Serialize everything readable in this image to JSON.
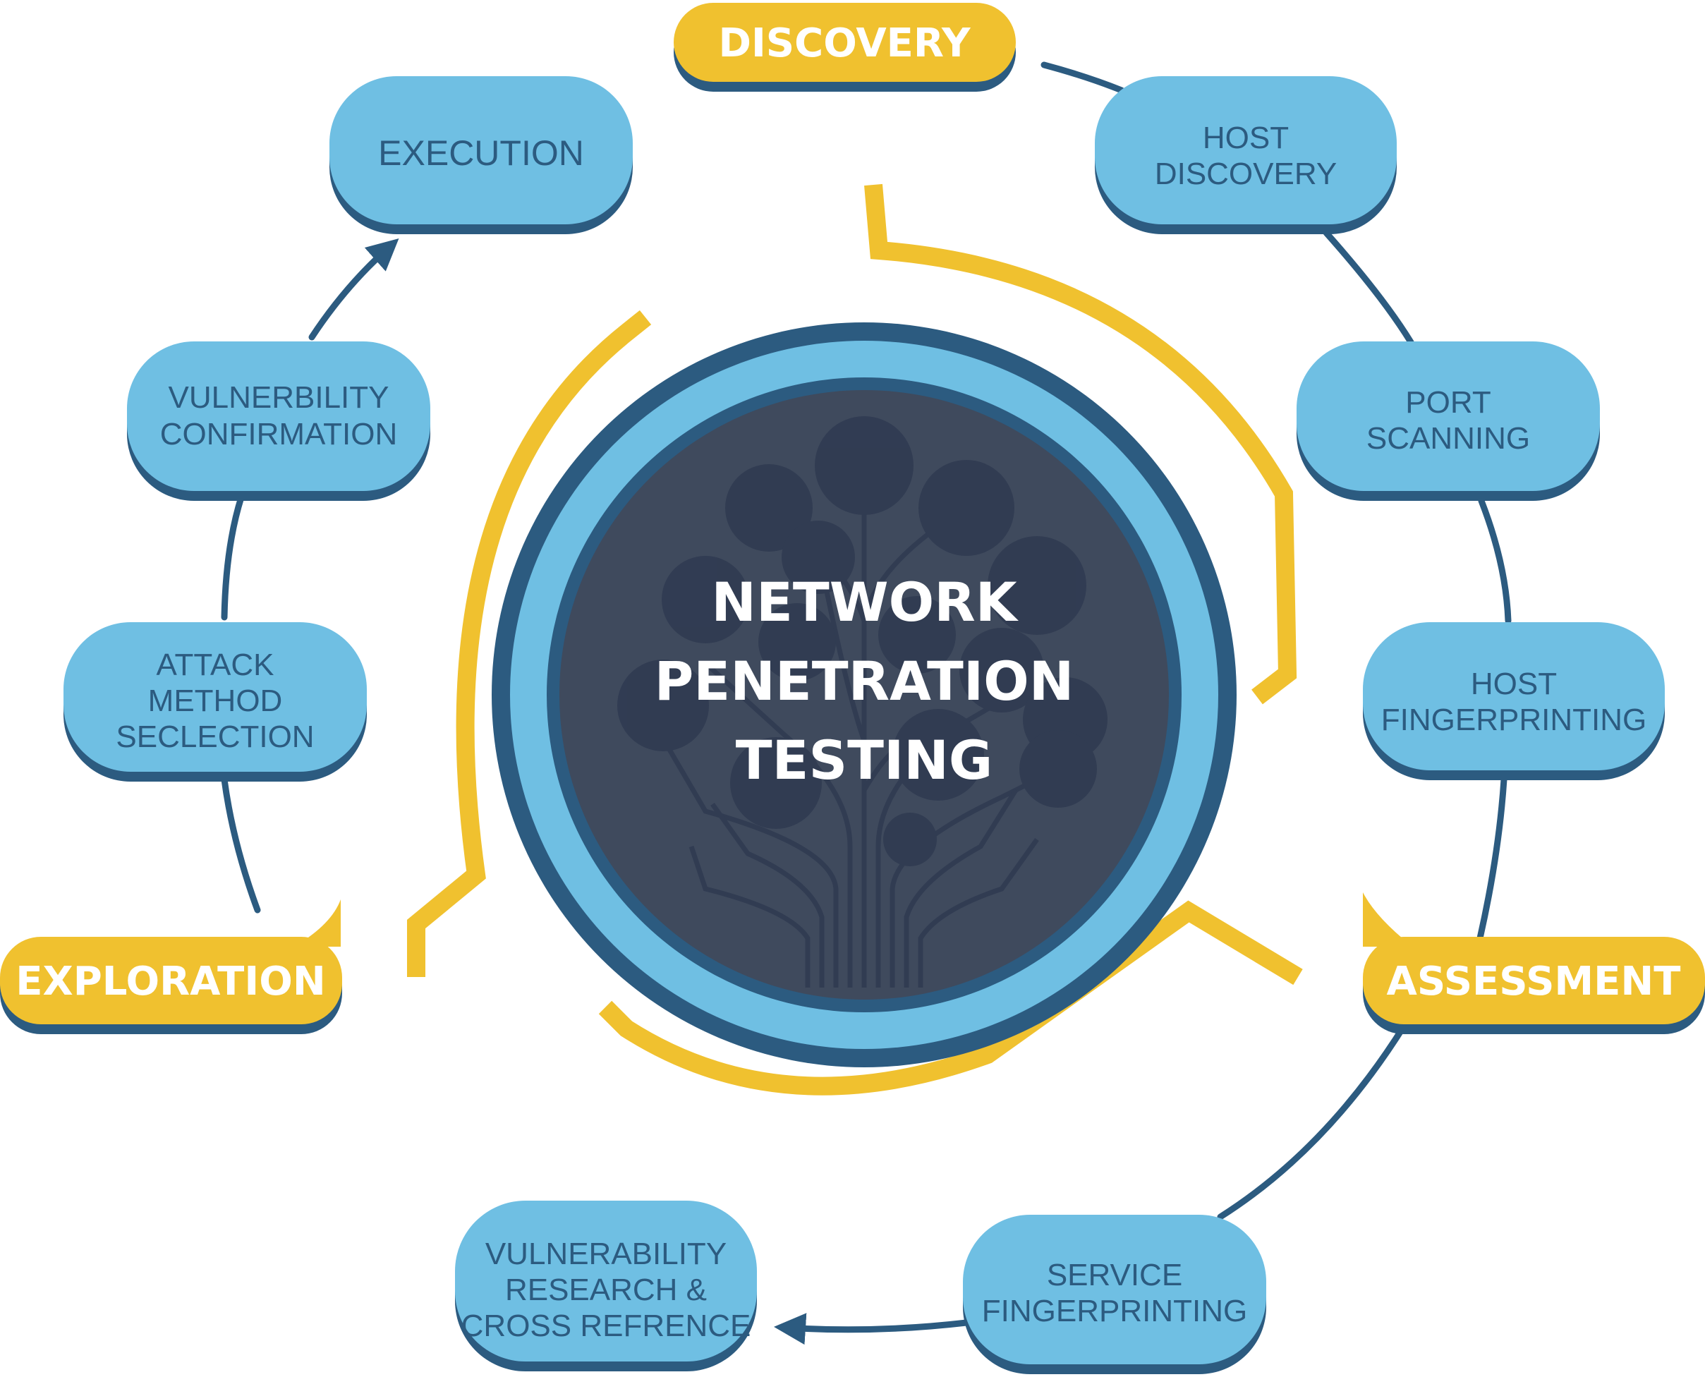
{
  "center": {
    "lines": [
      "NETWORK",
      "PENETRATION",
      "TESTING"
    ]
  },
  "phases": {
    "discovery": "DISCOVERY",
    "assessment": "ASSESSMENT",
    "exploration": "EXPLORATION"
  },
  "steps": {
    "host_discovery": [
      "HOST",
      "DISCOVERY"
    ],
    "port_scanning": [
      "PORT",
      "SCANNING"
    ],
    "host_fingerprinting": [
      "HOST",
      "FINGERPRINTING"
    ],
    "service_fingerprinting": [
      "SERVICE",
      "FINGERPRINTING"
    ],
    "vulnerability_research": [
      "VULNERABILITY",
      "RESEARCH &",
      "CROSS REFRENCE"
    ],
    "attack_method_selection": [
      "ATTACK",
      "METHOD",
      "SECLECTION"
    ],
    "vulnerability_confirmation": [
      "VULNERBILITY",
      "CONFIRMATION"
    ],
    "execution": [
      "EXECUTION"
    ]
  },
  "colors": {
    "light_blue": "#6fbfe3",
    "dark_blue": "#2c5b80",
    "yellow": "#f0c12f",
    "center_dark": "#3f4a5d",
    "white": "#ffffff"
  }
}
